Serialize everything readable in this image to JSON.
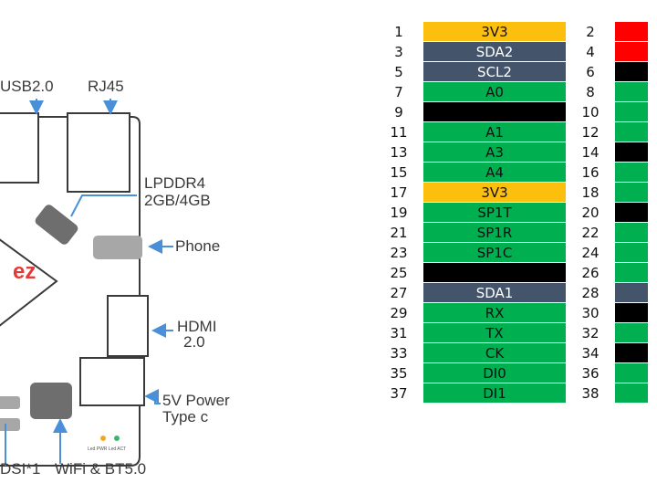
{
  "board": {
    "labels": {
      "usb": "USB2.0",
      "rj45": "RJ45",
      "lpddr_line1": "LPDDR4",
      "lpddr_line2": "2GB/4GB",
      "phone": "Phone",
      "hdmi_line1": "HDMI",
      "hdmi_line2": "2.0",
      "power_line1": "5V Power",
      "power_line2": "Type c",
      "dsi": "DSI*1",
      "wifi": "WiFi & BT5.0",
      "logo": "ez",
      "led": "Led PWR Led ACT"
    },
    "colors": {
      "outline": "#3a3a3a",
      "arrow": "#4a90d9",
      "logo": "#e53935",
      "chip": "#6e6e6e",
      "led_orange": "#f5a623",
      "led_green": "#3cb371"
    }
  },
  "pinout": {
    "colors": {
      "orange": "#fdbf0e",
      "slate": "#44546a",
      "green": "#00b050",
      "black": "#000000",
      "red": "#ff0000"
    },
    "rows": [
      {
        "left_pin": "1",
        "function": "3V3",
        "left_color": "orange",
        "right_pin": "2",
        "right_color": "red"
      },
      {
        "left_pin": "3",
        "function": "SDA2",
        "left_color": "slate",
        "right_pin": "4",
        "right_color": "red"
      },
      {
        "left_pin": "5",
        "function": "SCL2",
        "left_color": "slate",
        "right_pin": "6",
        "right_color": "black"
      },
      {
        "left_pin": "7",
        "function": "A0",
        "left_color": "green",
        "right_pin": "8",
        "right_color": "green"
      },
      {
        "left_pin": "9",
        "function": "",
        "left_color": "black",
        "right_pin": "10",
        "right_color": "green"
      },
      {
        "left_pin": "11",
        "function": "A1",
        "left_color": "green",
        "right_pin": "12",
        "right_color": "green"
      },
      {
        "left_pin": "13",
        "function": "A3",
        "left_color": "green",
        "right_pin": "14",
        "right_color": "black"
      },
      {
        "left_pin": "15",
        "function": "A4",
        "left_color": "green",
        "right_pin": "16",
        "right_color": "green"
      },
      {
        "left_pin": "17",
        "function": "3V3",
        "left_color": "orange",
        "right_pin": "18",
        "right_color": "green"
      },
      {
        "left_pin": "19",
        "function": "SP1T",
        "left_color": "green",
        "right_pin": "20",
        "right_color": "black"
      },
      {
        "left_pin": "21",
        "function": "SP1R",
        "left_color": "green",
        "right_pin": "22",
        "right_color": "green"
      },
      {
        "left_pin": "23",
        "function": "SP1C",
        "left_color": "green",
        "right_pin": "24",
        "right_color": "green"
      },
      {
        "left_pin": "25",
        "function": "",
        "left_color": "black",
        "right_pin": "26",
        "right_color": "green"
      },
      {
        "left_pin": "27",
        "function": "SDA1",
        "left_color": "slate",
        "right_pin": "28",
        "right_color": "slate"
      },
      {
        "left_pin": "29",
        "function": "RX",
        "left_color": "green",
        "right_pin": "30",
        "right_color": "black"
      },
      {
        "left_pin": "31",
        "function": "TX",
        "left_color": "green",
        "right_pin": "32",
        "right_color": "green"
      },
      {
        "left_pin": "33",
        "function": "CK",
        "left_color": "green",
        "right_pin": "34",
        "right_color": "black"
      },
      {
        "left_pin": "35",
        "function": "DI0",
        "left_color": "green",
        "right_pin": "36",
        "right_color": "green"
      },
      {
        "left_pin": "37",
        "function": "DI1",
        "left_color": "green",
        "right_pin": "38",
        "right_color": "green"
      }
    ]
  }
}
